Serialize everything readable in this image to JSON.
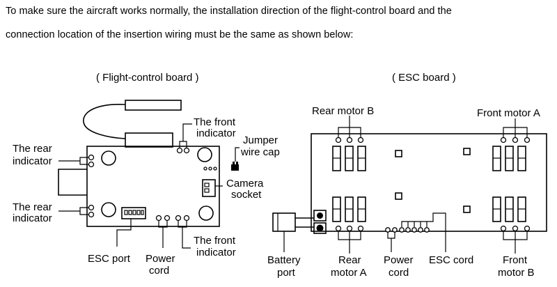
{
  "intro": {
    "line1": "To make sure the aircraft works normally, the installation direction of the flight-control board and the",
    "line2": "connection location of the insertion wiring must be the same as shown below:"
  },
  "flight_control": {
    "title": "( Flight-control board )",
    "labels": {
      "front_indicator_top_1": "The front",
      "front_indicator_top_2": "indicator",
      "jumper_1": "Jumper",
      "jumper_2": "wire cap",
      "rear_indicator_top_1": "The rear",
      "rear_indicator_top_2": "indicator",
      "camera_1": "Camera",
      "camera_2": "socket",
      "rear_indicator_bottom_1": "The rear",
      "rear_indicator_bottom_2": "indicator",
      "front_indicator_bottom_1": "The front",
      "front_indicator_bottom_2": "indicator",
      "esc_port": "ESC port",
      "power_cord_1": "Power",
      "power_cord_2": "cord"
    }
  },
  "esc_board": {
    "title": "( ESC board )",
    "labels": {
      "rear_motor_b": "Rear motor B",
      "front_motor_a": "Front motor A",
      "battery_1": "Battery",
      "battery_2": "port",
      "rear_motor_a_1": "Rear",
      "rear_motor_a_2": "motor A",
      "power_cord_1": "Power",
      "power_cord_2": "cord",
      "esc_cord": "ESC cord",
      "front_motor_b_1": "Front",
      "front_motor_b_2": "motor B"
    }
  }
}
